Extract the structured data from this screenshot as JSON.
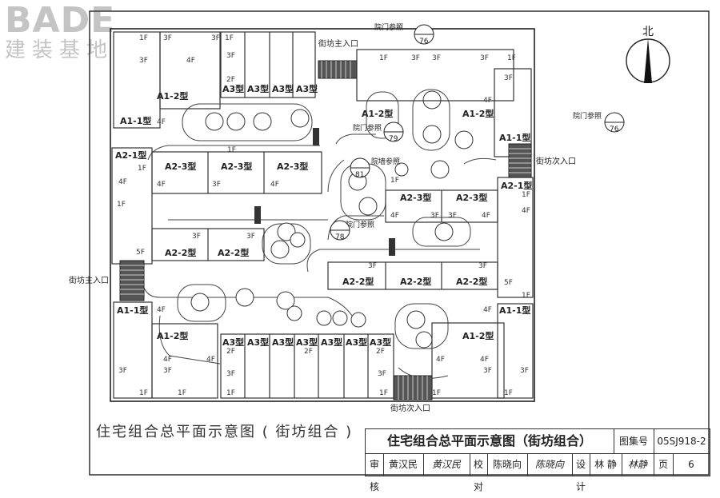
{
  "watermark": {
    "brand": "BADE",
    "subtitle": "建装基地"
  },
  "north_label": "北",
  "entrances": {
    "main_top": "街坊主入口",
    "main_left": "街坊主入口",
    "secondary_right": "街坊次入口",
    "secondary_bottom": "街坊次入口"
  },
  "refs": [
    {
      "label": "院门参照",
      "num": "76"
    },
    {
      "label": "院门参照",
      "num": "79"
    },
    {
      "label": "院门参照",
      "num": "76"
    },
    {
      "label": "院墙参照",
      "num": "81"
    },
    {
      "label": "院门参照",
      "num": "78"
    }
  ],
  "types": {
    "a1_1": "A1-1型",
    "a1_2": "A1-2型",
    "a2_1": "A2-1型",
    "a2_2": "A2-2型",
    "a2_3": "A2-3型",
    "a3": "A3型"
  },
  "floors": {
    "f1": "1F",
    "f2": "2F",
    "f3": "3F",
    "f4": "4F",
    "f5": "5F"
  },
  "caption": "住宅组合总平面示意图 ( 街坊组合 )",
  "title_block": {
    "title": "住宅组合总平面示意图（街坊组合）",
    "atlas_label": "图集号",
    "atlas_no": "05SJ918-2",
    "review_label": "审核",
    "review_name": "黄汉民",
    "review_sign": "黄汉民",
    "check_label": "校对",
    "check_name": "陈晓向",
    "check_sign": "陈晓向",
    "design_label": "设计",
    "design_name": "林 静",
    "design_sign": "林静",
    "page_label": "页",
    "page_no": "6"
  }
}
